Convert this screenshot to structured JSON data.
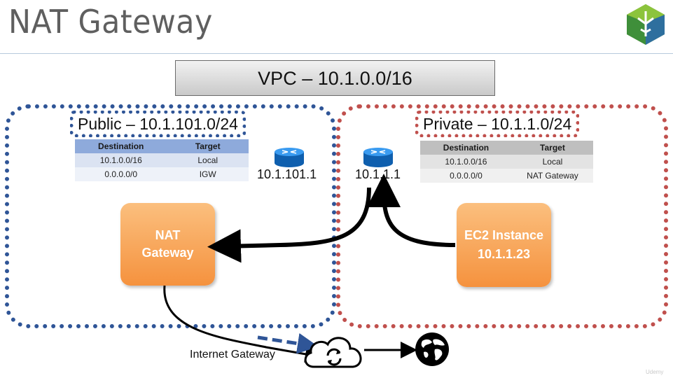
{
  "slide": {
    "title": "NAT Gateway",
    "watermark": "Udemy"
  },
  "vpc": {
    "label": "VPC – 10.1.0.0/16"
  },
  "public_subnet": {
    "label": "Public – 10.1.101.0/24",
    "color": "#2f5597",
    "route_table": {
      "headers": [
        "Destination",
        "Target"
      ],
      "rows": [
        [
          "10.1.0.0/16",
          "Local"
        ],
        [
          "0.0.0.0/0",
          "IGW"
        ]
      ]
    },
    "router_ip": "10.1.101.1"
  },
  "private_subnet": {
    "label": "Private – 10.1.1.0/24",
    "color": "#c0504d",
    "route_table": {
      "headers": [
        "Destination",
        "Target"
      ],
      "rows": [
        [
          "10.1.0.0/16",
          "Local"
        ],
        [
          "0.0.0.0/0",
          "NAT Gateway"
        ]
      ]
    },
    "router_ip": "10.1.1.1"
  },
  "nat_gateway": {
    "line1": "NAT",
    "line2": "Gateway"
  },
  "ec2_instance": {
    "line1": "EC2 Instance",
    "line2": "10.1.1.23"
  },
  "internet_gateway": {
    "label": "Internet Gateway",
    "icon": "cloud-sync-icon"
  },
  "internet": {
    "icon": "globe-icon"
  },
  "colors": {
    "orange_box": "#f5923e",
    "router": "#1f7fd6"
  }
}
